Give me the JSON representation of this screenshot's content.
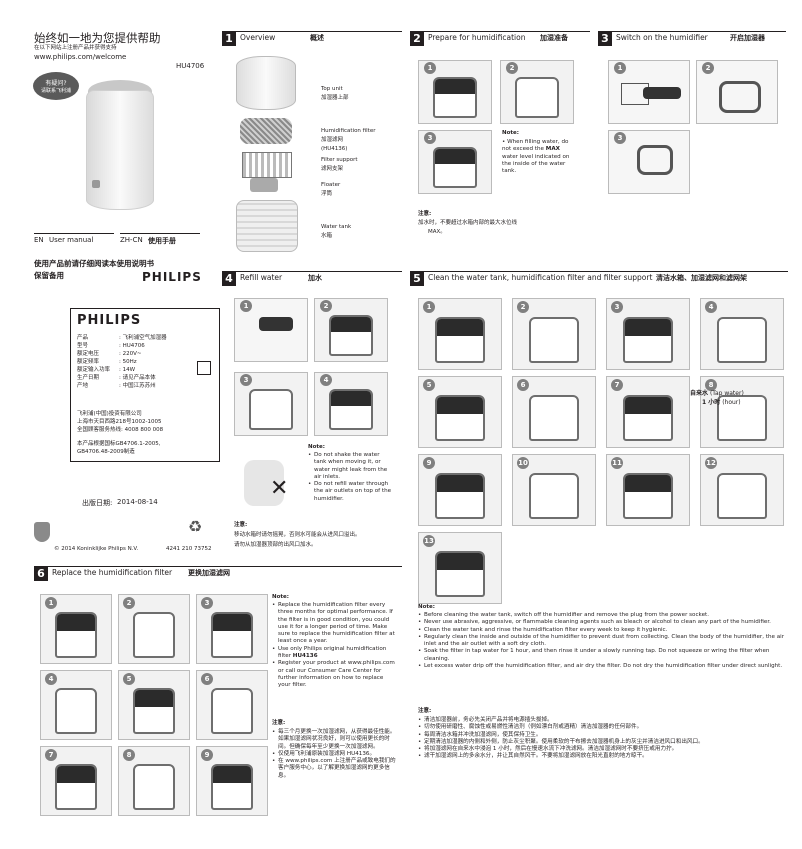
{
  "cover": {
    "title_zh": "始终如一地为您提供帮助",
    "register_zh": "在以下网站上注册产品并获得支持",
    "url": "www.philips.com/welcome",
    "model": "HU4706",
    "sticker_line1": "有疑问?",
    "sticker_line2": "请联系飞利浦",
    "manual_en_code": "EN",
    "manual_en": "User manual",
    "manual_zh_code": "ZH-CN",
    "manual_zh": "使用手册",
    "read_first_line1": "使用产品前请仔细阅读本使用说明书",
    "read_first_line2": "保留备用",
    "brand": "PHILIPS"
  },
  "label_card": {
    "brand": "PHILIPS",
    "rows": [
      {
        "k": "产品",
        "v": "飞利浦空气加湿器"
      },
      {
        "k": "型号",
        "v": "HU4706"
      },
      {
        "k": "额定电压",
        "v": "220V~"
      },
      {
        "k": "额定频率",
        "v": "50Hz"
      },
      {
        "k": "额定输入功率",
        "v": "14W"
      },
      {
        "k": "生产日期",
        "v": "请见产品本体"
      },
      {
        "k": "产地",
        "v": "中国江苏苏州"
      }
    ],
    "company_line1": "飞利浦(中国)投资有限公司",
    "company_line2": "上海市天目西路218号1002-1005",
    "company_line3": "全国顾客服务热线: 4008 800 008",
    "standard_line1": "本产品根据国标GB4706.1-2005,",
    "standard_line2": "GB4706.48-2009制造"
  },
  "publish": {
    "label": "出版日期:",
    "date": "2014-08-14",
    "copyright": "© 2014 Koninklijke Philips N.V.",
    "code": "4241 210 73752"
  },
  "sec1": {
    "num": "1",
    "en": "Overview",
    "zh": "概述",
    "parts": [
      {
        "en": "Top unit",
        "zh": "加湿器上部"
      },
      {
        "en": "Humidification filter",
        "zh": "加湿滤网",
        "extra": "(HU4136)"
      },
      {
        "en": "Filter support",
        "zh": "滤网支架"
      },
      {
        "en": "Floater",
        "zh": "浮筒"
      },
      {
        "en": "Water tank",
        "zh": "水箱"
      }
    ]
  },
  "sec2": {
    "num": "2",
    "en": "Prepare for humidification",
    "zh": "加湿准备",
    "steps": [
      "1",
      "2",
      "3"
    ],
    "note_title": "Note:",
    "note_pre": "When filling water, do not exceed the",
    "note_bold": "MAX",
    "note_post": "water level indicated on the inside of the water tank.",
    "zh_title": "注意:",
    "zh_line1": "加水时，不要超过水箱内部的最大水位线",
    "zh_line2": "MAX。"
  },
  "sec3": {
    "num": "3",
    "en": "Switch on the humidifier",
    "zh": "开启加湿器",
    "steps": [
      "1",
      "2",
      "3"
    ]
  },
  "sec4": {
    "num": "4",
    "en": "Refill water",
    "zh": "加水",
    "steps": [
      "1",
      "2",
      "3",
      "4"
    ],
    "note_title": "Note:",
    "note_items": [
      "Do not shake the water tank when moving it, or water might leak from the air inlets.",
      "Do not refill water through the air outlets on top of the humidifier."
    ],
    "zh_title": "注意:",
    "zh_items": [
      "移动水箱时请勿摇晃，否则水可能会从进风口溢出。",
      "请勿从加湿器顶部的出风口加水。"
    ]
  },
  "sec5": {
    "num": "5",
    "en": "Clean the water tank, humidification filter and filter support",
    "zh": "清洁水箱、加湿滤网和滤网架",
    "steps": [
      "1",
      "2",
      "3",
      "4",
      "5",
      "6",
      "7",
      "8",
      "9",
      "10",
      "11",
      "12",
      "13"
    ],
    "tap_water_zh": "自来水",
    "tap_water_en": "(Tap water)",
    "hour_zh": "1 小时",
    "hour_en": "(hour)",
    "note_title": "Note:",
    "note_items": [
      "Before cleaning the water tank, switch off the humidifier and remove the plug from the power socket.",
      "Never use abrasive, aggressive, or flammable cleaning agents such as bleach or alcohol to clean any part of the humidifier.",
      "Clean the water tank and rinse the humidification filter every week to keep it hygienic.",
      "Regularly clean the inside and outside of the humidifier to prevent dust from collecting. Clean the body of the humidifier, the air inlet and the air outlet with a soft dry cloth.",
      "Soak the filter in tap water for 1 hour, and then rinse it under a slowly running tap. Do not squeeze or wring the filter when cleaning.",
      "Let excess water drip off the humidification filter, and air dry the filter. Do not dry the humidification filter under direct sunlight."
    ],
    "zh_title": "注意:",
    "zh_items": [
      "清洁加湿器前，务必先关闭产品并将电源插头拔掉。",
      "切勿使用研磨性、腐蚀性或易燃性清洁剂（例如漂白剂或酒精）清洁加湿器的任何部件。",
      "每周清洁水箱并冲洗加湿滤网，使其保持卫生。",
      "定期清洁加湿器的内侧和外侧，防止灰尘积聚。使用柔软的干布擦去加湿器机身上的灰尘并清洁进风口和出风口。",
      "将加湿滤网在自来水中浸泡 1 小时，然后在慢速水流下冲洗滤网。清洁加湿滤网时不要挤压或用力拧。",
      "滤干加湿滤网上的多余水分，并让其自然风干。不要将加湿滤网放在阳光直射的地方晾干。"
    ]
  },
  "sec6": {
    "num": "6",
    "en": "Replace the humidification filter",
    "zh": "更换加湿滤网",
    "steps": [
      "1",
      "2",
      "3",
      "4",
      "5",
      "6",
      "7",
      "8",
      "9"
    ],
    "note_title": "Note:",
    "note_1": "Replace the humidification filter every three months for optimal performance. If the filter is in good condition, you could use it for a longer period of time. Make sure to replace the humidification filter at least once a year.",
    "note_2_pre": "Use only Philips original humidification filter",
    "note_2_bold": "HU4136",
    "note_3": "Register your product at www.philips.com or call our Consumer Care Center for further information on how to replace your filter.",
    "zh_title": "注意:",
    "zh_1": "每三个月更换一次加湿滤网，从获得最佳性能。如果加湿滤网状况良好，则可以使用更长的时间。但确保每年至少更换一次加湿滤网。",
    "zh_2": "仅使用飞利浦原装加湿滤网 HU4136。",
    "zh_3": "在 www.philips.com 上注册产品或致电我们的客户服务中心，以了解更换加湿滤网的更多信息。"
  }
}
